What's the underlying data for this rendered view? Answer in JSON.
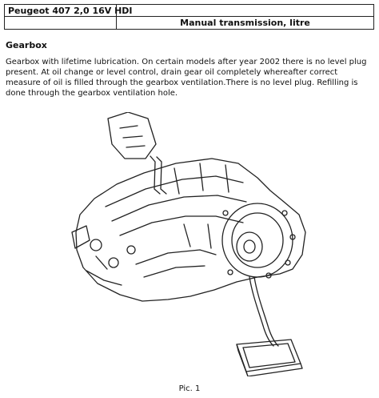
{
  "header": {
    "model": "Peugeot 407 2,0 16V HDI",
    "subject": "Manual transmission, litre"
  },
  "section": {
    "title": "Gearbox",
    "text": "Gearbox with lifetime lubrication. On certain models after year 2002 there is no level plug present. At oil change or level control, drain gear oil completely whereafter correct measure of oil is filled through the gearbox ventilation.There is no level plug. Refilling is done through the gearbox ventilation hole."
  },
  "figure": {
    "caption": "Pic. 1"
  }
}
